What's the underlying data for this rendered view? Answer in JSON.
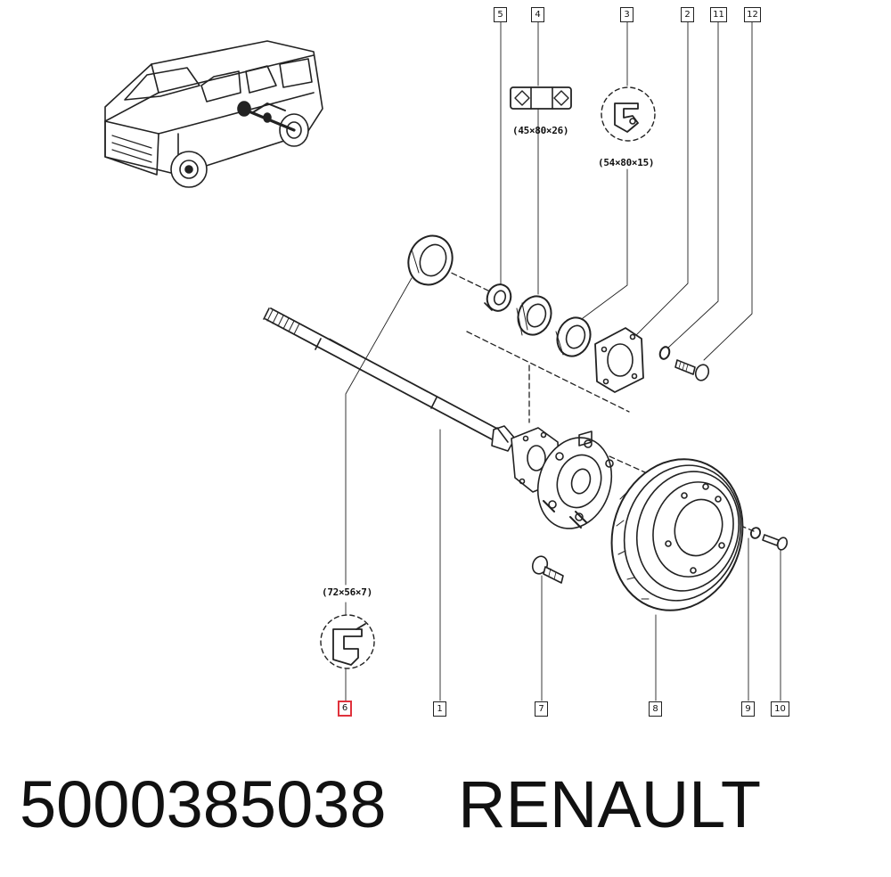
{
  "callouts": {
    "c1": "1",
    "c2": "2",
    "c3": "3",
    "c4": "4",
    "c5": "5",
    "c6": "6",
    "c7": "7",
    "c8": "8",
    "c9": "9",
    "c10": "10",
    "c11": "11",
    "c12": "12"
  },
  "dimensions": {
    "bearing": "(45×80×26)",
    "outer_seal": "(54×80×15)",
    "inner_seal": "(72×56×7)"
  },
  "footer": {
    "part_number": "5000385038",
    "brand": "RENAULT"
  },
  "colors": {
    "line": "#222222",
    "highlight": "#e0323c",
    "background": "#ffffff"
  },
  "icons": [
    "van-icon",
    "bearing-section-icon",
    "seal-section-icon"
  ],
  "selected_callout": "6"
}
